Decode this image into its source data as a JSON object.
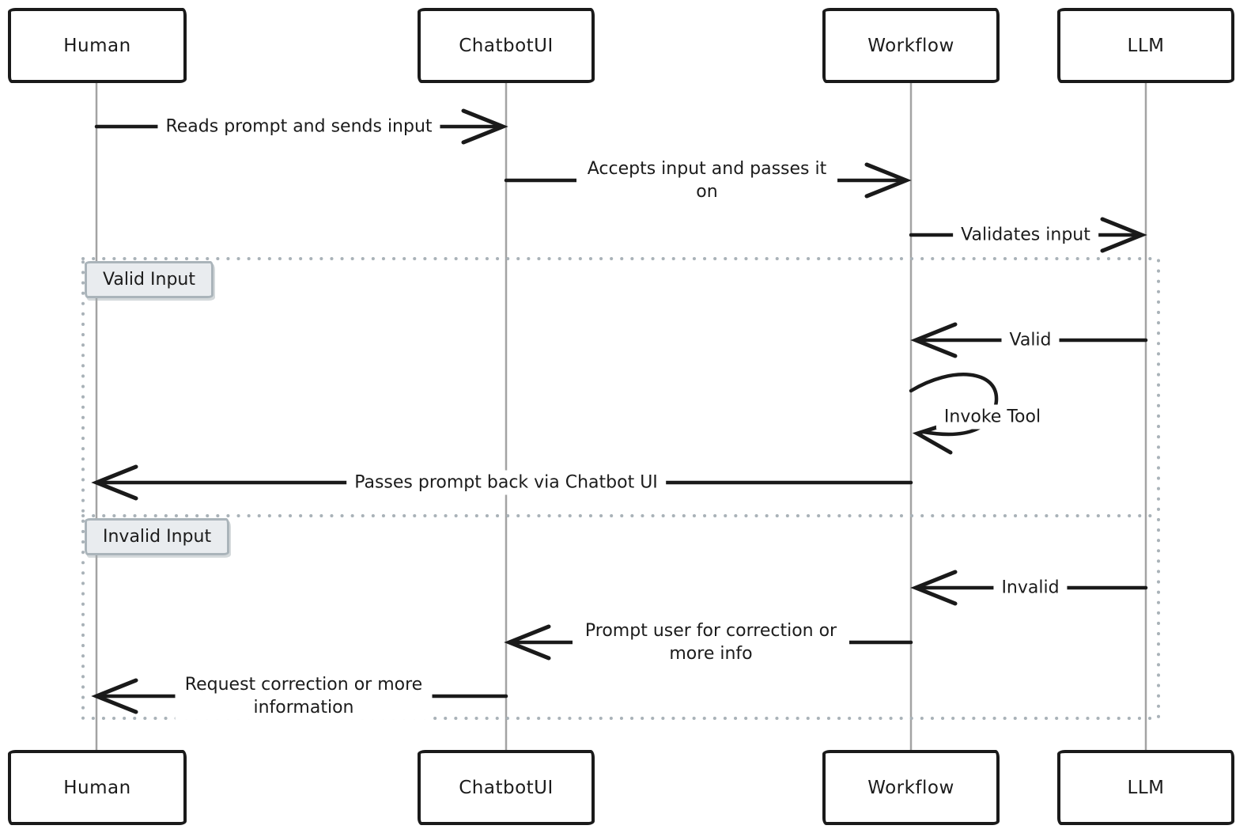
{
  "diagram": {
    "type": "sequence-diagram",
    "participants": [
      {
        "name": "Human"
      },
      {
        "name": "ChatbotUI"
      },
      {
        "name": "Workflow"
      },
      {
        "name": "LLM"
      }
    ],
    "messages": [
      {
        "from": "Human",
        "to": "ChatbotUI",
        "label": "Reads prompt and sends input"
      },
      {
        "from": "ChatbotUI",
        "to": "Workflow",
        "label": "Accepts input and passes it on"
      },
      {
        "from": "Workflow",
        "to": "LLM",
        "label": "Validates input"
      },
      {
        "from": "LLM",
        "to": "Workflow",
        "label": "Valid"
      },
      {
        "from": "Workflow",
        "to": "Workflow",
        "label": "Invoke Tool",
        "self_message": true
      },
      {
        "from": "Workflow",
        "to": "Human",
        "label": "Passes prompt back via Chatbot UI"
      },
      {
        "from": "LLM",
        "to": "Workflow",
        "label": "Invalid"
      },
      {
        "from": "Workflow",
        "to": "ChatbotUI",
        "label": "Prompt user for correction or more info"
      },
      {
        "from": "ChatbotUI",
        "to": "Human",
        "label": "Request correction or more information"
      }
    ],
    "frames": [
      {
        "label": "Valid Input"
      },
      {
        "label": "Invalid Input"
      }
    ],
    "colors": {
      "ink": "#1b1b1b",
      "lifeline": "#a3a3a3",
      "frame_border": "#a9b2b8",
      "frame_label_bg": "#e9ecef"
    }
  }
}
